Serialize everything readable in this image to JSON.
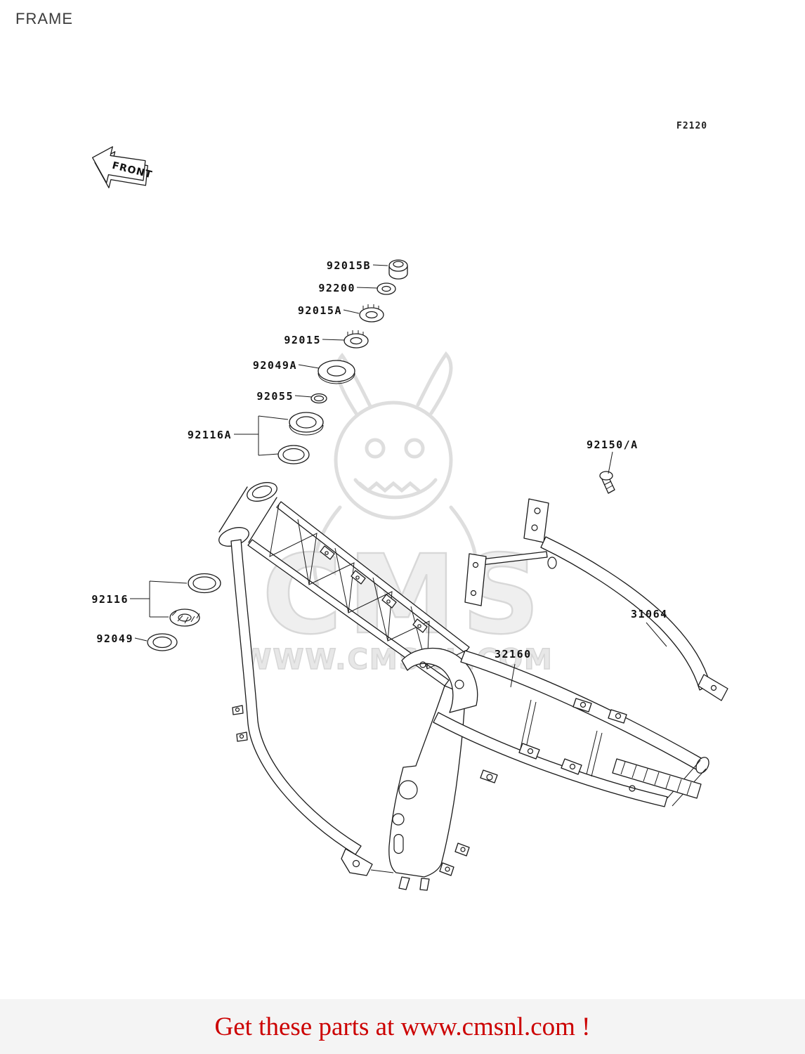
{
  "page": {
    "title": "FRAME",
    "figure_code": "F2120"
  },
  "front_marker": {
    "label": "FRONT"
  },
  "watermark": {
    "logo_text": "CMS",
    "url_text": "WWW.CMSNL.COM"
  },
  "footer": {
    "text": "Get these parts at www.cmsnl.com !",
    "text_color": "#cc0000",
    "background": "#f4f4f4"
  },
  "colors": {
    "line": "#1a1a1a",
    "label_text": "#111111",
    "watermark": "#d6d6d6"
  },
  "part_labels": [
    {
      "part_number": "92015B"
    },
    {
      "part_number": "92200"
    },
    {
      "part_number": "92015A"
    },
    {
      "part_number": "92015"
    },
    {
      "part_number": "92049A"
    },
    {
      "part_number": "92055"
    },
    {
      "part_number": "92116A"
    },
    {
      "part_number": "92150/A"
    },
    {
      "part_number": "92116"
    },
    {
      "part_number": "92049"
    },
    {
      "part_number": "31064"
    },
    {
      "part_number": "32160"
    }
  ]
}
